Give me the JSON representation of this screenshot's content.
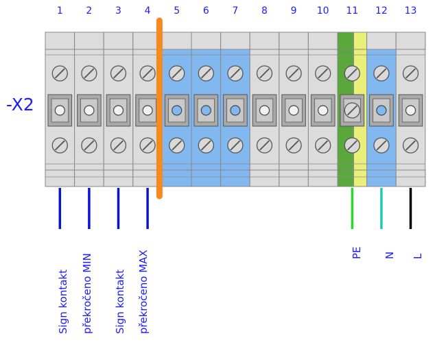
{
  "strip_label": "-X2",
  "terminals": [
    {
      "number": "1",
      "color": "grey"
    },
    {
      "number": "2",
      "color": "grey"
    },
    {
      "number": "3",
      "color": "grey"
    },
    {
      "number": "4",
      "color": "grey"
    },
    {
      "number": "5",
      "color": "blue"
    },
    {
      "number": "6",
      "color": "blue"
    },
    {
      "number": "7",
      "color": "blue"
    },
    {
      "number": "8",
      "color": "grey"
    },
    {
      "number": "9",
      "color": "grey"
    },
    {
      "number": "10",
      "color": "grey"
    },
    {
      "number": "11",
      "color": "green-yellow"
    },
    {
      "number": "12",
      "color": "blue"
    },
    {
      "number": "13",
      "color": "grey"
    }
  ],
  "wires": [
    {
      "terminal": "1",
      "color": "#0a12d6"
    },
    {
      "terminal": "2",
      "color": "#0a12d6"
    },
    {
      "terminal": "3",
      "color": "#0a12d6"
    },
    {
      "terminal": "4",
      "color": "#0a12d6"
    },
    {
      "terminal": "11",
      "color": "#22dd22"
    },
    {
      "terminal": "12",
      "color": "#1fc8b8"
    },
    {
      "terminal": "13",
      "color": "#000000"
    }
  ],
  "labels": {
    "group1_line1": "Sign kontakt",
    "group1_line2": "překročeno MIN",
    "group2_line1": "Sign kontakt",
    "group2_line2": "překročeno MAX",
    "pe": "PE",
    "n": "N",
    "l": "L"
  },
  "colors": {
    "grey_body": "#dcdcdc",
    "blue_body": "#82b8f0",
    "green_body": "#5aa83c",
    "yellow_body": "#e8f07a",
    "separator": "#f58a1f",
    "text": "#1a1aff"
  }
}
